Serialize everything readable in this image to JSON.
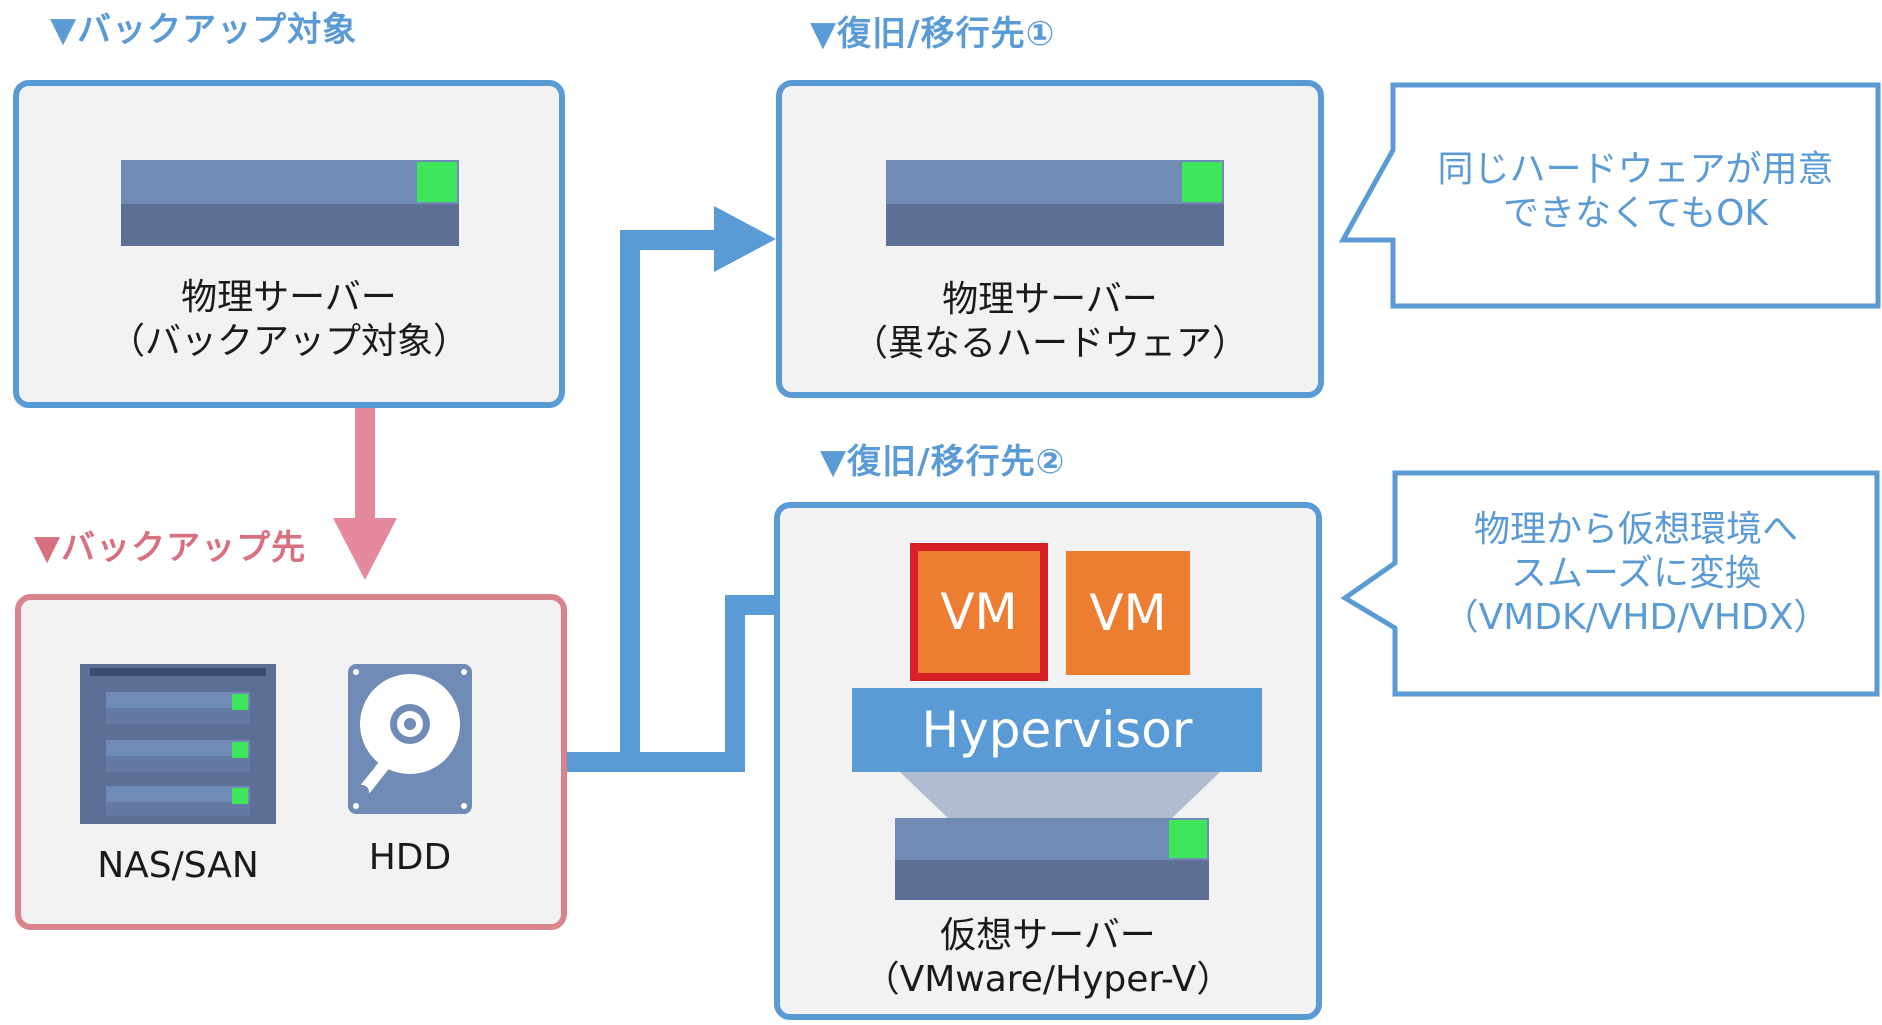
{
  "headings": {
    "backup_target": "▼バックアップ対象",
    "backup_dest": "▼バックアップ先",
    "restore1": "▼復旧/移行先①",
    "restore2": "▼復旧/移行先②"
  },
  "source_box": {
    "line1": "物理サーバー",
    "line2": "（バックアップ対象）"
  },
  "dest_box": {
    "nas_label": "NAS/SAN",
    "hdd_label": "HDD"
  },
  "restore1_box": {
    "line1": "物理サーバー",
    "line2": "（異なるハードウェア）"
  },
  "restore2_box": {
    "vm1": "VM",
    "vm2": "VM",
    "hypervisor": "Hypervisor",
    "line1": "仮想サーバー",
    "line2": "（VMware/Hyper-V）"
  },
  "callout1": {
    "line1": "同じハードウェアが用意",
    "line2": "できなくてもOK"
  },
  "callout2": {
    "line1": "物理から仮想環境へ",
    "line2": "スムーズに変換",
    "line3": "（VMDK/VHD/VHDX）"
  },
  "colors": {
    "blue": "#5b9bd5",
    "pink": "#e58a9e",
    "pink_heading": "#d9707f",
    "orange": "#ed7d31",
    "vm_highlight": "#d91f26",
    "server_led": "#3ee65c"
  }
}
